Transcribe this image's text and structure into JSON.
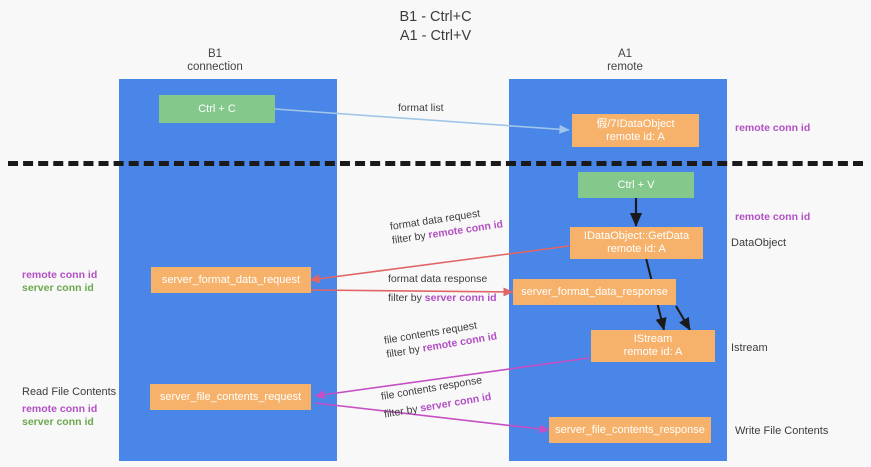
{
  "title": "B1 - Ctrl+C\nA1 - Ctrl+V",
  "lanes": [
    {
      "id": "b1",
      "title": "B1\nconnection"
    },
    {
      "id": "a1",
      "title": "A1\nremote"
    }
  ],
  "nodes": {
    "ctrl_c": {
      "label": "Ctrl + C",
      "color": "#84c98b"
    },
    "idataobject": {
      "line1": "假/7IDataObject",
      "line2": "remote id: A",
      "color": "#f6b26b"
    },
    "ctrl_v": {
      "label": "Ctrl + V",
      "color": "#84c98b"
    },
    "getdata": {
      "line1": "IDataObject::GetData",
      "line2": "remote id: A",
      "color": "#f6b26b"
    },
    "server_format_data_request": {
      "label": "server_format_data_request",
      "color": "#f6b26b"
    },
    "server_format_data_response": {
      "label": "server_format_data_response",
      "color": "#f6b26b"
    },
    "istream": {
      "line1": "IStream",
      "line2": "remote id: A",
      "color": "#f6b26b"
    },
    "server_file_contents_request": {
      "label": "server_file_contents_request",
      "color": "#f6b26b"
    },
    "server_file_contents_response": {
      "label": "server_file_contents_response",
      "color": "#f6b26b"
    }
  },
  "edges": {
    "format_list": {
      "label": "format list"
    },
    "format_data_request": {
      "line1": "format data request",
      "prefix": "filter by ",
      "conn": "remote conn id"
    },
    "format_data_response": {
      "line1": "format data response",
      "prefix": "filter by ",
      "conn": "server conn id"
    },
    "file_contents_request": {
      "line1": "file contents request",
      "prefix": "filter by ",
      "conn": "remote conn id"
    },
    "file_contents_response": {
      "line1": "file contents response",
      "prefix": "filter by ",
      "conn": "server conn id"
    }
  },
  "right_labels": {
    "remote_conn_id_top": "remote conn id",
    "remote_conn_id_mid": "remote conn id",
    "dataobject": "DataObject",
    "istream": "Istream",
    "write_file_contents": "Write File Contents"
  },
  "left_labels": {
    "remote_conn_id": "remote conn id",
    "server_conn_id": "server conn id",
    "read_file_contents": "Read File Contents",
    "remote_conn_id_2": "remote conn id",
    "server_conn_id_2": "server conn id"
  },
  "colors": {
    "lane": "#4a86e8",
    "orange": "#f6b26b",
    "green": "#84c98b",
    "purple": "#b24fc4",
    "green_text": "#6aa84f",
    "arrow_blue": "#9fc5e8",
    "arrow_red": "#e06666",
    "arrow_magenta": "#c74fc4",
    "arrow_black": "#1a1a1a",
    "divider": "#1a1a1a"
  }
}
